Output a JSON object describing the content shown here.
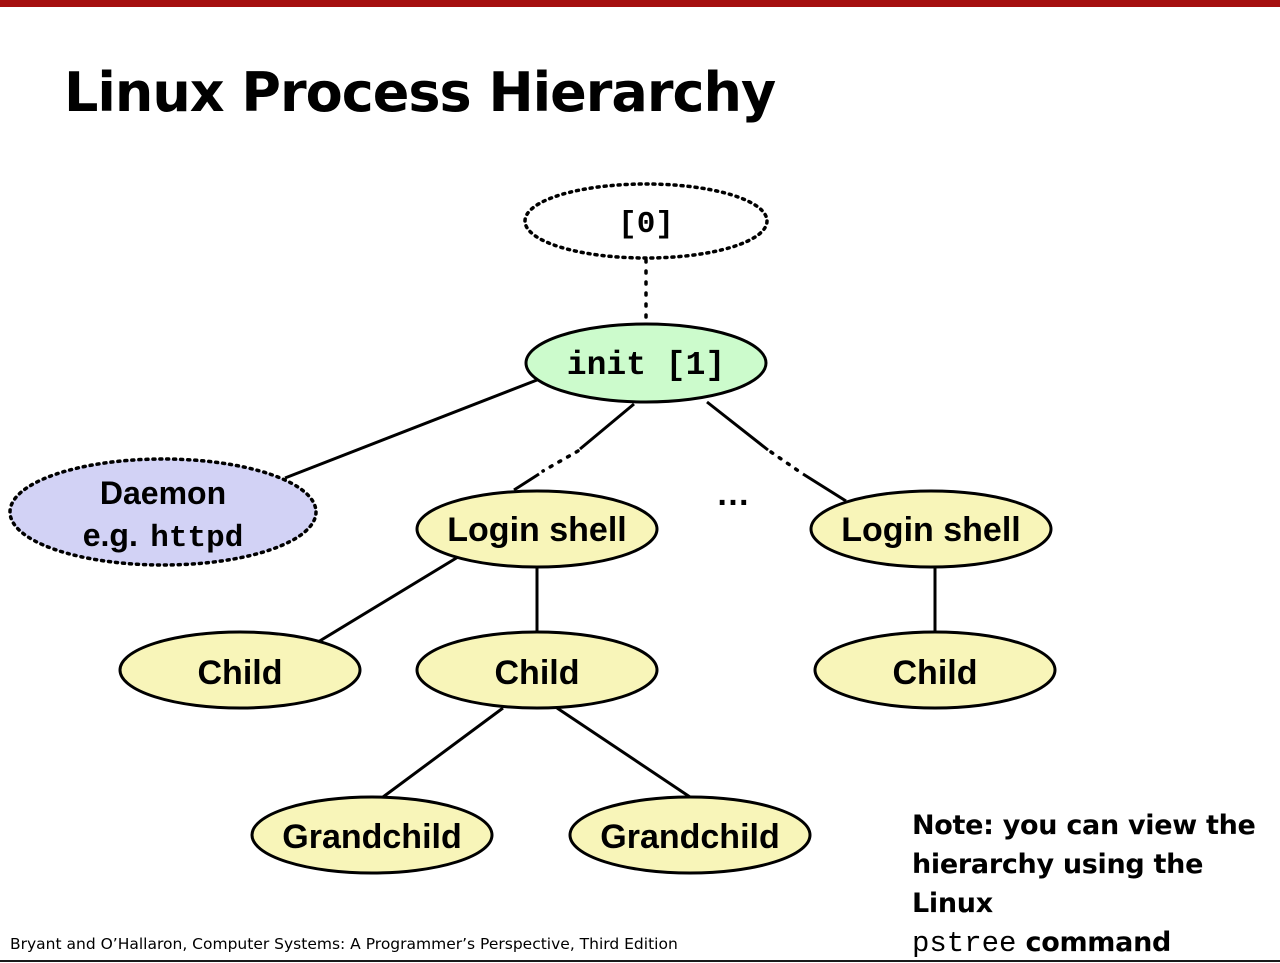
{
  "title": "Linux Process Hierarchy",
  "colors": {
    "accent_bar": "#a50f0f",
    "init_fill": "#ccfbcc",
    "daemon_fill": "#d2d2f5",
    "node_fill": "#f8f5b9"
  },
  "nodes": {
    "root": "[0]",
    "init": "init [1]",
    "daemon_line1": "Daemon",
    "daemon_prefix": "e.g.",
    "daemon_cmd": "httpd",
    "login_shell_left": "Login shell",
    "login_shell_right": "Login shell",
    "child_left": "Child",
    "child_middle": "Child",
    "child_right": "Child",
    "grandchild_left": "Grandchild",
    "grandchild_right": "Grandchild"
  },
  "ellipsis": "…",
  "note": {
    "line1": "Note: you can view the",
    "line2": "hierarchy using the Linux",
    "cmd": "pstree",
    "suffix": " command"
  },
  "footer": "Bryant and O’Hallaron, Computer Systems: A Programmer’s Perspective, Third Edition"
}
